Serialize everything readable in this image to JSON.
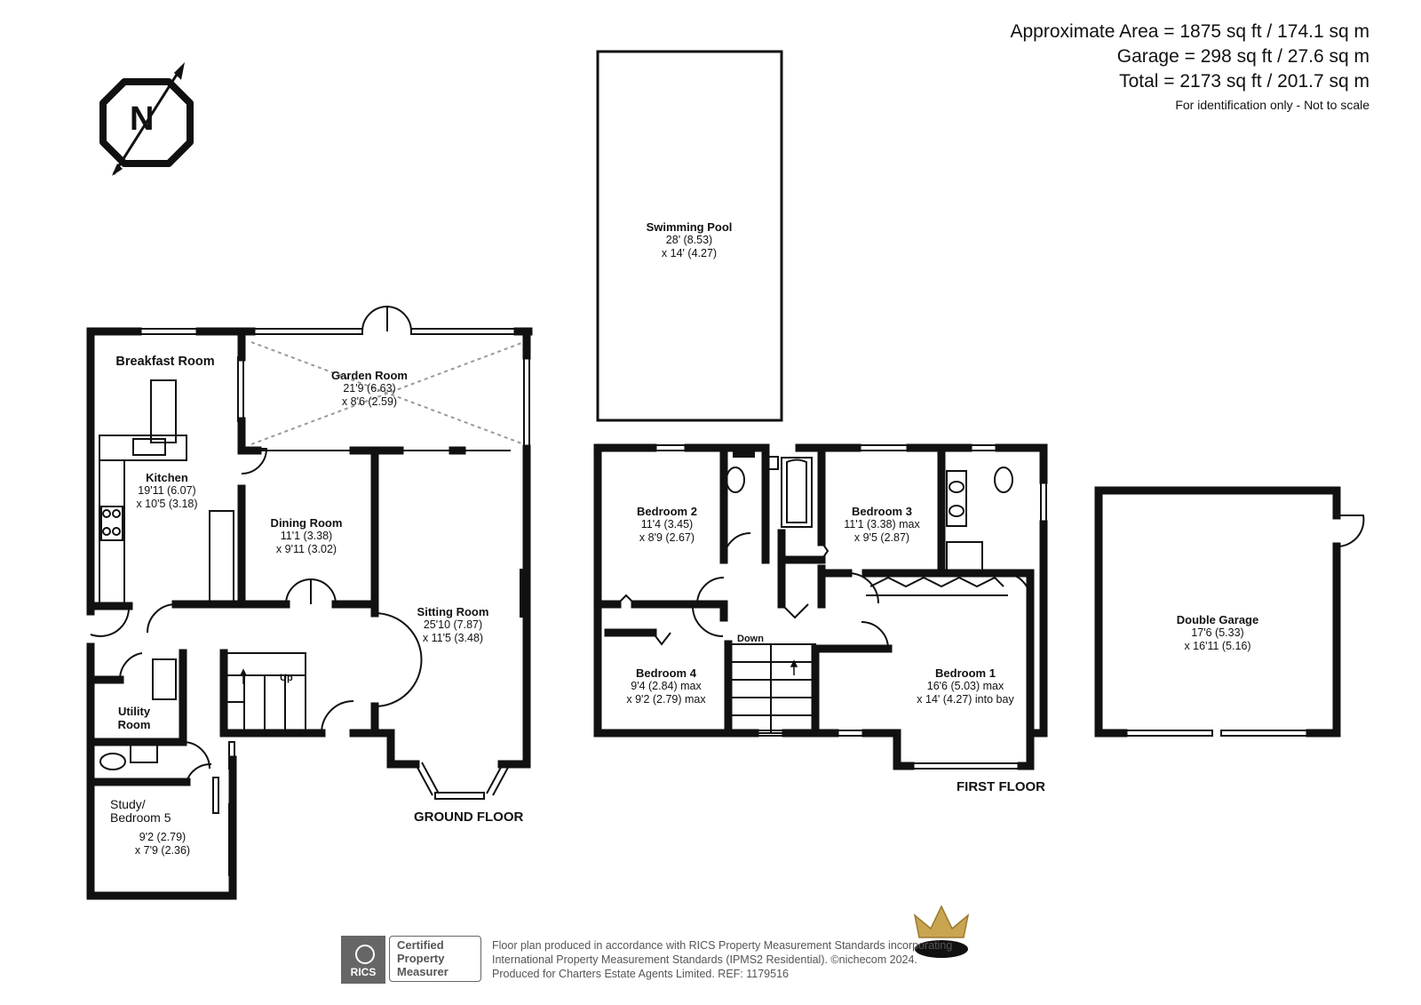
{
  "areas": {
    "approximate": "Approximate Area = 1875 sq ft / 174.1 sq m",
    "garage": "Garage = 298 sq ft / 27.6 sq m",
    "total": "Total = 2173 sq ft / 201.7 sq m",
    "note": "For identification only - Not to scale"
  },
  "compass": {
    "letter": "N",
    "icon": "north-compass-icon"
  },
  "rooms": {
    "swimming_pool": {
      "name": "Swimming Pool",
      "dim1": "28' (8.53)",
      "dim2": "x 14' (4.27)"
    },
    "breakfast_room": {
      "name": "Breakfast Room"
    },
    "garden_room": {
      "name": "Garden Room",
      "dim1": "21'9 (6.63)",
      "dim2": "x 8'6 (2.59)"
    },
    "kitchen": {
      "name": "Kitchen",
      "dim1": "19'11 (6.07)",
      "dim2": "x 10'5 (3.18)"
    },
    "dining_room": {
      "name": "Dining Room",
      "dim1": "11'1 (3.38)",
      "dim2": "x 9'11 (3.02)"
    },
    "sitting_room": {
      "name": "Sitting Room",
      "dim1": "25'10 (7.87)",
      "dim2": "x 11'5 (3.48)"
    },
    "utility_room": {
      "name1": "Utility",
      "name2": "Room"
    },
    "study": {
      "name1": "Study/",
      "name2": "Bedroom 5",
      "dim1": "9'2 (2.79)",
      "dim2": "x 7'9 (2.36)"
    },
    "bedroom2": {
      "name": "Bedroom 2",
      "dim1": "11'4 (3.45)",
      "dim2": "x 8'9 (2.67)"
    },
    "bedroom3": {
      "name": "Bedroom 3",
      "dim1": "11'1 (3.38) max",
      "dim2": "x 9'5 (2.87)"
    },
    "bedroom4": {
      "name": "Bedroom 4",
      "dim1": "9'4 (2.84) max",
      "dim2": "x 9'2 (2.79) max"
    },
    "bedroom1": {
      "name": "Bedroom 1",
      "dim1": "16'6 (5.03) max",
      "dim2": "x 14' (4.27) into bay"
    },
    "double_garage": {
      "name": "Double Garage",
      "dim1": "17'6 (5.33)",
      "dim2": "x 16'11 (5.16)"
    }
  },
  "stairs": {
    "up": "Up",
    "down": "Down"
  },
  "floors": {
    "ground": "GROUND FLOOR",
    "first": "FIRST FLOOR"
  },
  "footer": {
    "line1": "Floor plan produced in accordance with RICS Property Measurement Standards incorporating",
    "line2": "International Property Measurement Standards (IPMS2 Residential).  ©nichecom 2024.",
    "line3": "Produced for Charters Estate Agents Limited.   REF: 1179516",
    "rics_badge": [
      "Certified",
      "Property",
      "Measurer"
    ],
    "rics_logo": "RICS"
  },
  "colors": {
    "wall": "#111111",
    "text": "#111111",
    "footer_text": "#555555",
    "crown": "#c9a552"
  }
}
